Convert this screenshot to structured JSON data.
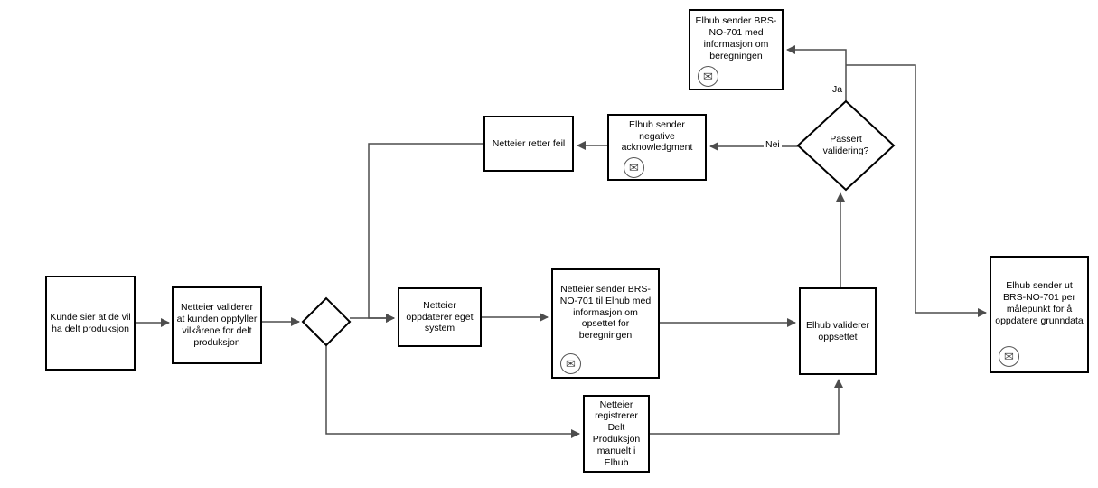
{
  "nodes": {
    "kunde": {
      "label": "Kunde sier at de vil ha delt produksjon"
    },
    "validerer_vilkar": {
      "label": "Netteier validerer at kunden oppfyller vilkårene for delt produksjon"
    },
    "oppdaterer_system": {
      "label": "Netteier oppdaterer eget system"
    },
    "sender_brs": {
      "label": "Netteier sender BRS-NO-701 til Elhub med informasjon om opsettet for beregningen"
    },
    "elhub_validerer": {
      "label": "Elhub validerer oppsettet"
    },
    "passert_validering": {
      "label": "Passert validering?"
    },
    "negative_ack": {
      "label": "Elhub sender negative acknowledgment"
    },
    "retter_feil": {
      "label": "Netteier retter feil"
    },
    "sender_info_beregning": {
      "label": "Elhub sender BRS-NO-701 med informasjon om beregningen"
    },
    "sender_ut_grunndata": {
      "label": "Elhub sender ut BRS-NO-701 per målepunkt for å oppdatere grunndata"
    },
    "registrerer_manuelt": {
      "label": "Netteier registrerer Delt Produksjon manuelt i Elhub"
    }
  },
  "edge_labels": {
    "ja": "Ja",
    "nei": "Nei"
  },
  "icons": {
    "message": "✉"
  },
  "colors": {
    "connector": "#4d4d4d",
    "shape_border": "#000000",
    "background": "#ffffff",
    "text": "#000000"
  }
}
